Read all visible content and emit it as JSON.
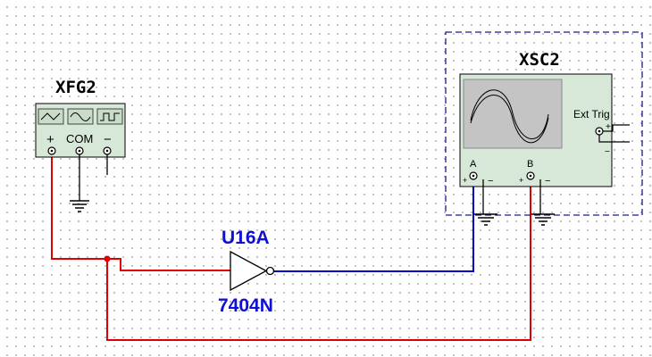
{
  "generator": {
    "refdes": "XFG2",
    "terminals": {
      "plus": "+",
      "com": "COM",
      "minus": "−"
    },
    "waveform_buttons": [
      "triangle-wave-icon",
      "sine-wave-icon",
      "square-wave-icon"
    ]
  },
  "inverter": {
    "refdes": "U16A",
    "part": "7404N"
  },
  "scope": {
    "refdes": "XSC2",
    "ext_trig_label": "Ext Trig",
    "channel_a_label": "A",
    "channel_b_label": "B",
    "plus_sign": "+",
    "minus_sign": "−"
  },
  "colors": {
    "wire_red": "#e00000",
    "wire_blue": "#0000d0",
    "ref_label": "#1010d0",
    "screen": "#c4c4c4",
    "instrument_body": "#d8e8d8"
  }
}
